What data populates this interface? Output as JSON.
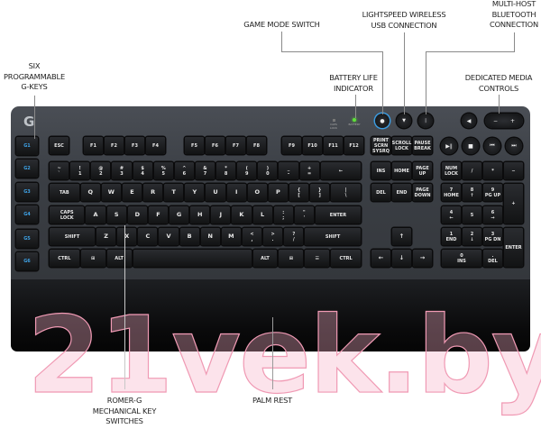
{
  "callouts": {
    "g_keys": "SIX\nPROGRAMMABLE\nG-KEYS",
    "game_mode": "GAME MODE SWITCH",
    "lightspeed": "LIGHTSPEED WIRELESS\nUSB CONNECTION",
    "bluetooth": "MULTI-HOST\nBLUETOOTH\nCONNECTION",
    "battery": "BATTERY LIFE\nINDICATOR",
    "media": "DEDICATED MEDIA\nCONTROLS",
    "switches": "ROMER-G\nMECHANICAL KEY\nSWITCHES",
    "palm_rest": "PALM REST"
  },
  "indicators": {
    "caps_lock": "CAPS LOCK",
    "battery": "BATTERY"
  },
  "logo": "G",
  "watermark": "21vek.by",
  "colors": {
    "g_key_text": "#3ea3e8",
    "battery_led": "#5fe03a",
    "game_mode_ring": "#3a9be0",
    "body": "#3b3f45",
    "palm_rest": "#0a0a0b",
    "callout_line": "#8a8a8a"
  },
  "g_keys": [
    "G1",
    "G2",
    "G3",
    "G4",
    "G5",
    "G6"
  ],
  "top_buttons": {
    "game_mode": "game-mode-icon",
    "wireless": "wireless-icon",
    "bluetooth": "bluetooth-icon",
    "mute": "◀",
    "vol_minus": "−",
    "vol_plus": "+"
  },
  "media_keys": [
    "▶∥",
    "■",
    "⏮",
    "⏭"
  ],
  "fn_row": [
    "ESC",
    "F1",
    "F2",
    "F3",
    "F4",
    "F5",
    "F6",
    "F7",
    "F8",
    "F9",
    "F10",
    "F11",
    "F12",
    "PRINT\nSCRN\nSYSRQ",
    "SCROLL\nLOCK",
    "PAUSE\nBREAK"
  ],
  "main_rows": [
    [
      "~\n`",
      "!\n1",
      "@\n2",
      "#\n3",
      "$\n4",
      "%\n5",
      "^\n6",
      "&\n7",
      "*\n8",
      "(\n9",
      ")\n0",
      "_\n-",
      "+\n=",
      "←"
    ],
    [
      "TAB",
      "Q",
      "W",
      "E",
      "R",
      "T",
      "Y",
      "U",
      "I",
      "O",
      "P",
      "{\n[",
      "}\n]",
      "|\n\\"
    ],
    [
      "CAPS\nLOCK",
      "A",
      "S",
      "D",
      "F",
      "G",
      "H",
      "J",
      "K",
      "L",
      ":\n;",
      "\"\n'",
      "ENTER"
    ],
    [
      "SHIFT",
      "Z",
      "X",
      "C",
      "V",
      "B",
      "N",
      "M",
      "<\n,",
      ">\n.",
      "?\n/",
      "SHIFT"
    ],
    [
      "CTRL",
      "⊞",
      "ALT",
      "",
      "ALT",
      "⊞",
      "☰",
      "CTRL"
    ]
  ],
  "nav_keys": [
    "INS",
    "HOME",
    "PAGE\nUP",
    "DEL",
    "END",
    "PAGE\nDOWN"
  ],
  "arrow_keys": [
    "↑",
    "←",
    "↓",
    "→"
  ],
  "numpad": [
    "NUM\nLOCK",
    "/",
    "*",
    "−",
    "7\nHOME",
    "8\n↑",
    "9\nPG UP",
    "+",
    "4\n←",
    "5",
    "6\n→",
    "1\nEND",
    "2\n↓",
    "3\nPG DN",
    "ENTER",
    "0\nINS",
    ".\nDEL"
  ]
}
